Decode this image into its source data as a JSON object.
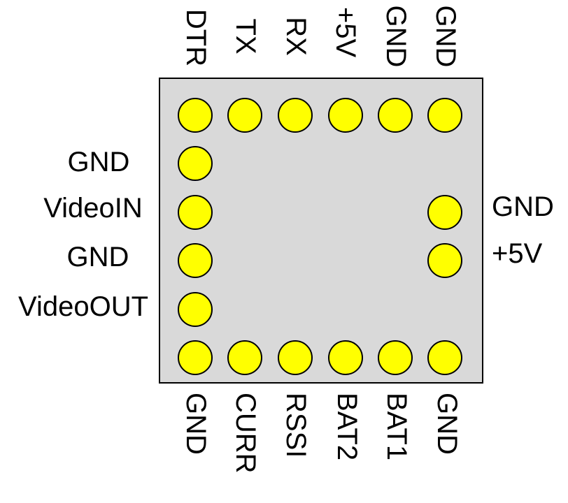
{
  "diagram": {
    "type": "pinout",
    "component": "video-telemetry-module",
    "colors": {
      "background": "#ffffff",
      "chip_fill": "#d9d9d9",
      "chip_stroke": "#000000",
      "pad_fill": "#ffff00",
      "pad_stroke": "#000000",
      "label_color": "#000000"
    },
    "pins": {
      "top": [
        "DTR",
        "TX",
        "RX",
        "+5V",
        "GND",
        "GND"
      ],
      "bottom": [
        "GND",
        "CURR",
        "RSSI",
        "BAT2",
        "BAT1",
        "GND"
      ],
      "left": [
        "GND",
        "VideoIN",
        "GND",
        "VideoOUT"
      ],
      "right": [
        "GND",
        "+5V"
      ]
    }
  }
}
